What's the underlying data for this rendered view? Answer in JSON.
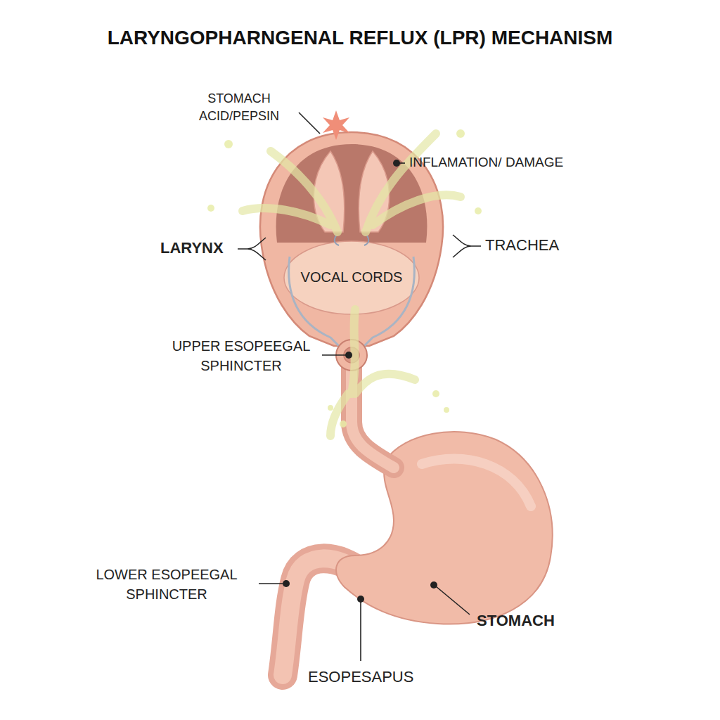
{
  "diagram": {
    "title": "LARYNGOPHARNGENAL REFLUX (LPR) MECHANISM",
    "labels": [
      "STOMACH ACID/PEPSIN",
      "INFLAMATION/ DAMAGE",
      "LARYNX",
      "TRACHEA",
      "VOCAL CORDS",
      "UPPER ESOPEEGAL SPHINCTER",
      "LOWER ESOPEEGAL SPHINCTER",
      "STOMACH",
      "ESOPESAPUS"
    ]
  }
}
